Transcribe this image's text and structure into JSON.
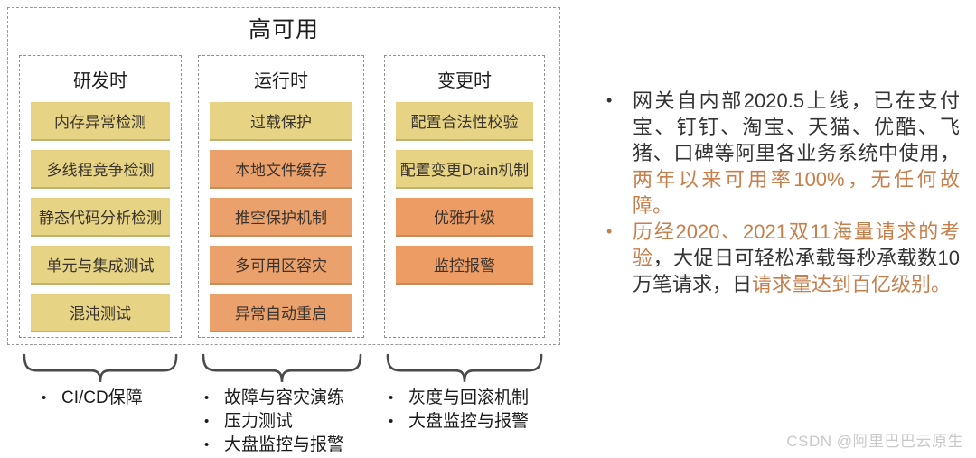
{
  "diagram": {
    "title": "高可用",
    "columns": [
      {
        "header": "研发时",
        "boxes": [
          {
            "label": "内存异常检测",
            "color": "yellow"
          },
          {
            "label": "多线程竞争检测",
            "color": "yellow"
          },
          {
            "label": "静态代码分析检测",
            "color": "yellow"
          },
          {
            "label": "单元与集成测试",
            "color": "yellow"
          },
          {
            "label": "混沌测试",
            "color": "yellow"
          }
        ],
        "notes": [
          "CI/CD保障"
        ]
      },
      {
        "header": "运行时",
        "boxes": [
          {
            "label": "过载保护",
            "color": "yellow"
          },
          {
            "label": "本地文件缓存",
            "color": "orange"
          },
          {
            "label": "推空保护机制",
            "color": "orange"
          },
          {
            "label": "多可用区容灾",
            "color": "orange"
          },
          {
            "label": "异常自动重启",
            "color": "orange"
          }
        ],
        "notes": [
          "故障与容灾演练",
          "压力测试",
          "大盘监控与报警"
        ]
      },
      {
        "header": "变更时",
        "boxes": [
          {
            "label": "配置合法性校验",
            "color": "yellow"
          },
          {
            "label": "配置变更Drain机制",
            "color": "yellow"
          },
          {
            "label": "优雅升级",
            "color": "orange-deep"
          },
          {
            "label": "监控报警",
            "color": "orange-deep"
          }
        ],
        "notes": [
          "灰度与回滚机制",
          "大盘监控与报警"
        ]
      }
    ]
  },
  "right_panel": {
    "bullets": [
      {
        "marker": "•",
        "marker_color": "#333333",
        "segments": [
          {
            "text": "网关自内部2020.5上线，已在支付宝、钉钉、淘宝、天猫、优酷、飞猪、口碑等阿里各业务系统中使用，",
            "color": "#333333"
          },
          {
            "text": "两年以来可用率100%，无任何故障。",
            "color": "#c67e4a"
          }
        ]
      },
      {
        "marker": "•",
        "marker_color": "#c67e4a",
        "segments": [
          {
            "text": "历经2020、2021双11海量请求的考验",
            "color": "#c67e4a"
          },
          {
            "text": "，大促日可轻松承载每秒承载数10万笔请求，日",
            "color": "#333333"
          },
          {
            "text": "请求量达到百亿级别。",
            "color": "#c67e4a"
          }
        ]
      }
    ]
  },
  "watermark": "CSDN @阿里巴巴云原生",
  "colors": {
    "box_yellow": "#e6d484",
    "box_orange": "#eba16b",
    "box_orange_deep": "#ed9c63",
    "accent_text": "#c67e4a",
    "dashed_border": "#9a9a9a",
    "watermark_gray": "#c9c9c9"
  }
}
